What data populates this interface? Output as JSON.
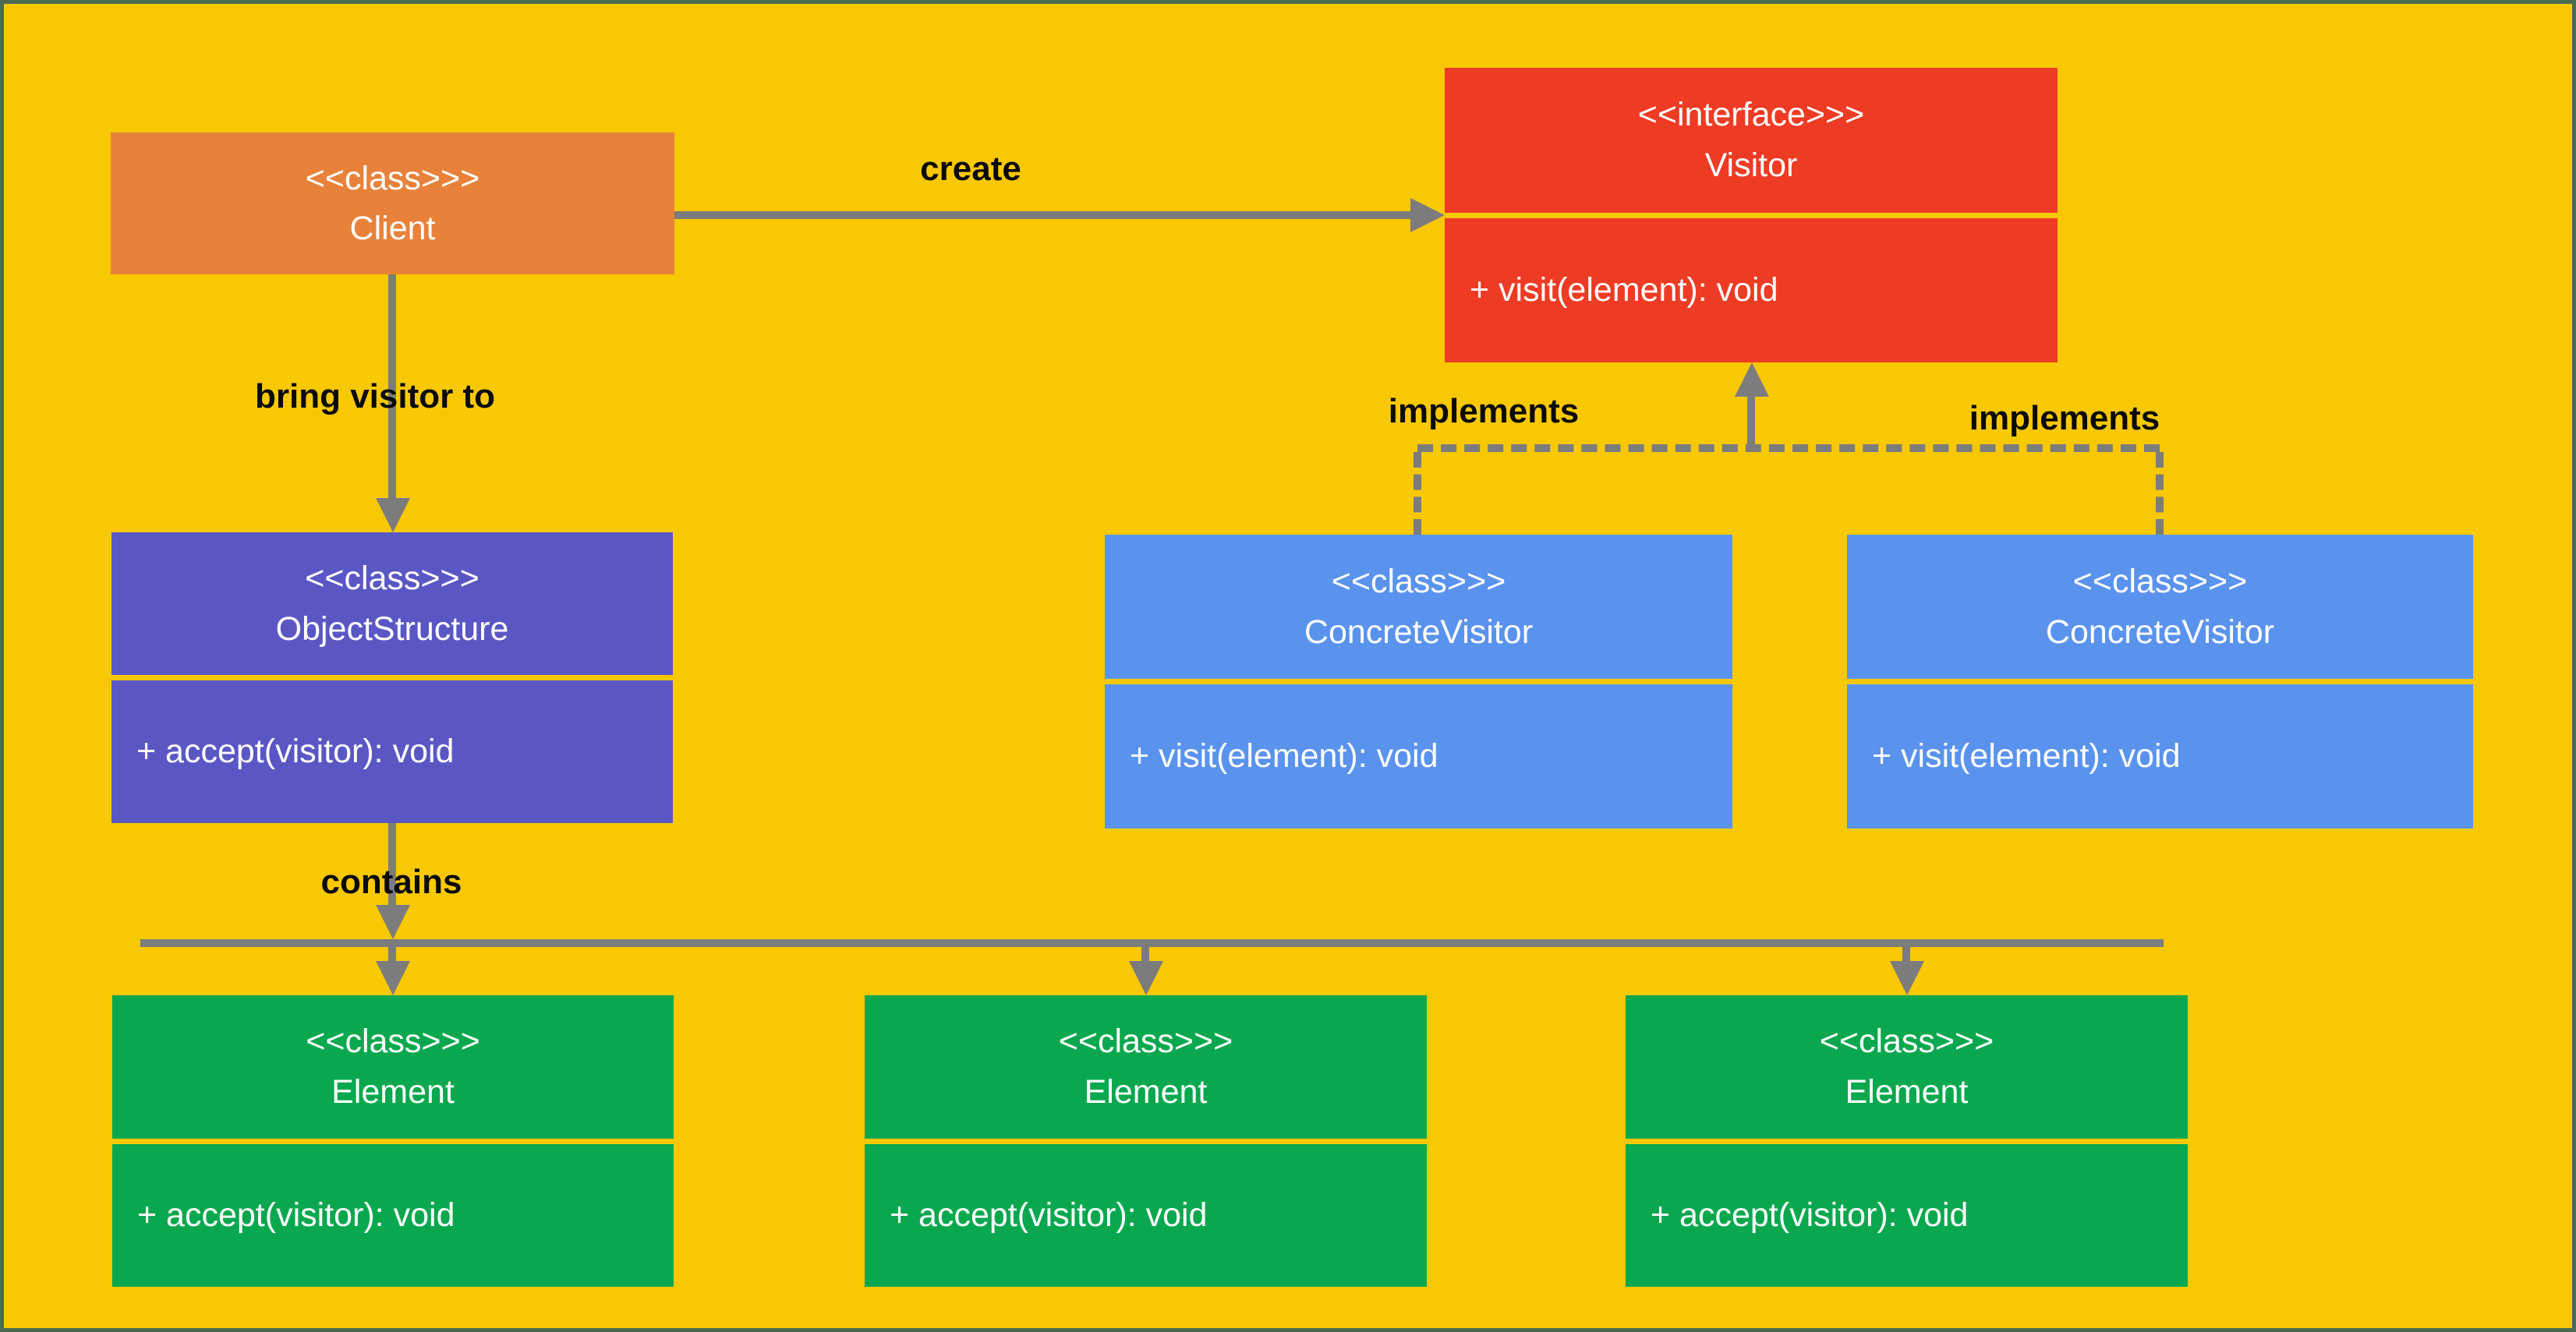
{
  "diagram": {
    "type": "uml-class-diagram",
    "pattern": "Visitor"
  },
  "colors": {
    "background": "#F8C802",
    "page_border": "#4A6B50",
    "client_box": "#E8823B",
    "visitor_box": "#EE3B23",
    "object_structure_box": "#5A57C5",
    "concrete_visitor_box": "#5A93EE",
    "element_box": "#0AA84E",
    "connector": "#7C7C7C",
    "edge_label_text": "#0A0A0A",
    "box_text": "#FFFFFF"
  },
  "boxes": {
    "client": {
      "stereotype": "<<class>>>",
      "name": "Client"
    },
    "visitor": {
      "stereotype": "<<interface>>>",
      "name": "Visitor",
      "method": "+ visit(element): void"
    },
    "object_structure": {
      "stereotype": "<<class>>>",
      "name": "ObjectStructure",
      "method": "+ accept(visitor): void"
    },
    "concrete_visitor_left": {
      "stereotype": "<<class>>>",
      "name": "ConcreteVisitor",
      "method": "+ visit(element): void"
    },
    "concrete_visitor_right": {
      "stereotype": "<<class>>>",
      "name": "ConcreteVisitor",
      "method": "+ visit(element): void"
    },
    "element_left": {
      "stereotype": "<<class>>>",
      "name": "Element",
      "method": "+ accept(visitor): void"
    },
    "element_center": {
      "stereotype": "<<class>>>",
      "name": "Element",
      "method": "+ accept(visitor): void"
    },
    "element_right": {
      "stereotype": "<<class>>>",
      "name": "Element",
      "method": "+ accept(visitor): void"
    }
  },
  "connectors": [
    {
      "label": "create",
      "from": "Client",
      "to": "Visitor",
      "style": "solid-arrow"
    },
    {
      "label": "bring visitor to",
      "from": "Client",
      "to": "ObjectStructure",
      "style": "solid-arrow"
    },
    {
      "label": "implements",
      "from": "ConcreteVisitor (left)",
      "to": "Visitor",
      "style": "dashed-arrow"
    },
    {
      "label": "implements",
      "from": "ConcreteVisitor (right)",
      "to": "Visitor",
      "style": "dashed-arrow"
    },
    {
      "label": "contains",
      "from": "ObjectStructure",
      "to": "Element (all three)",
      "style": "solid-arrow-branching"
    }
  ]
}
